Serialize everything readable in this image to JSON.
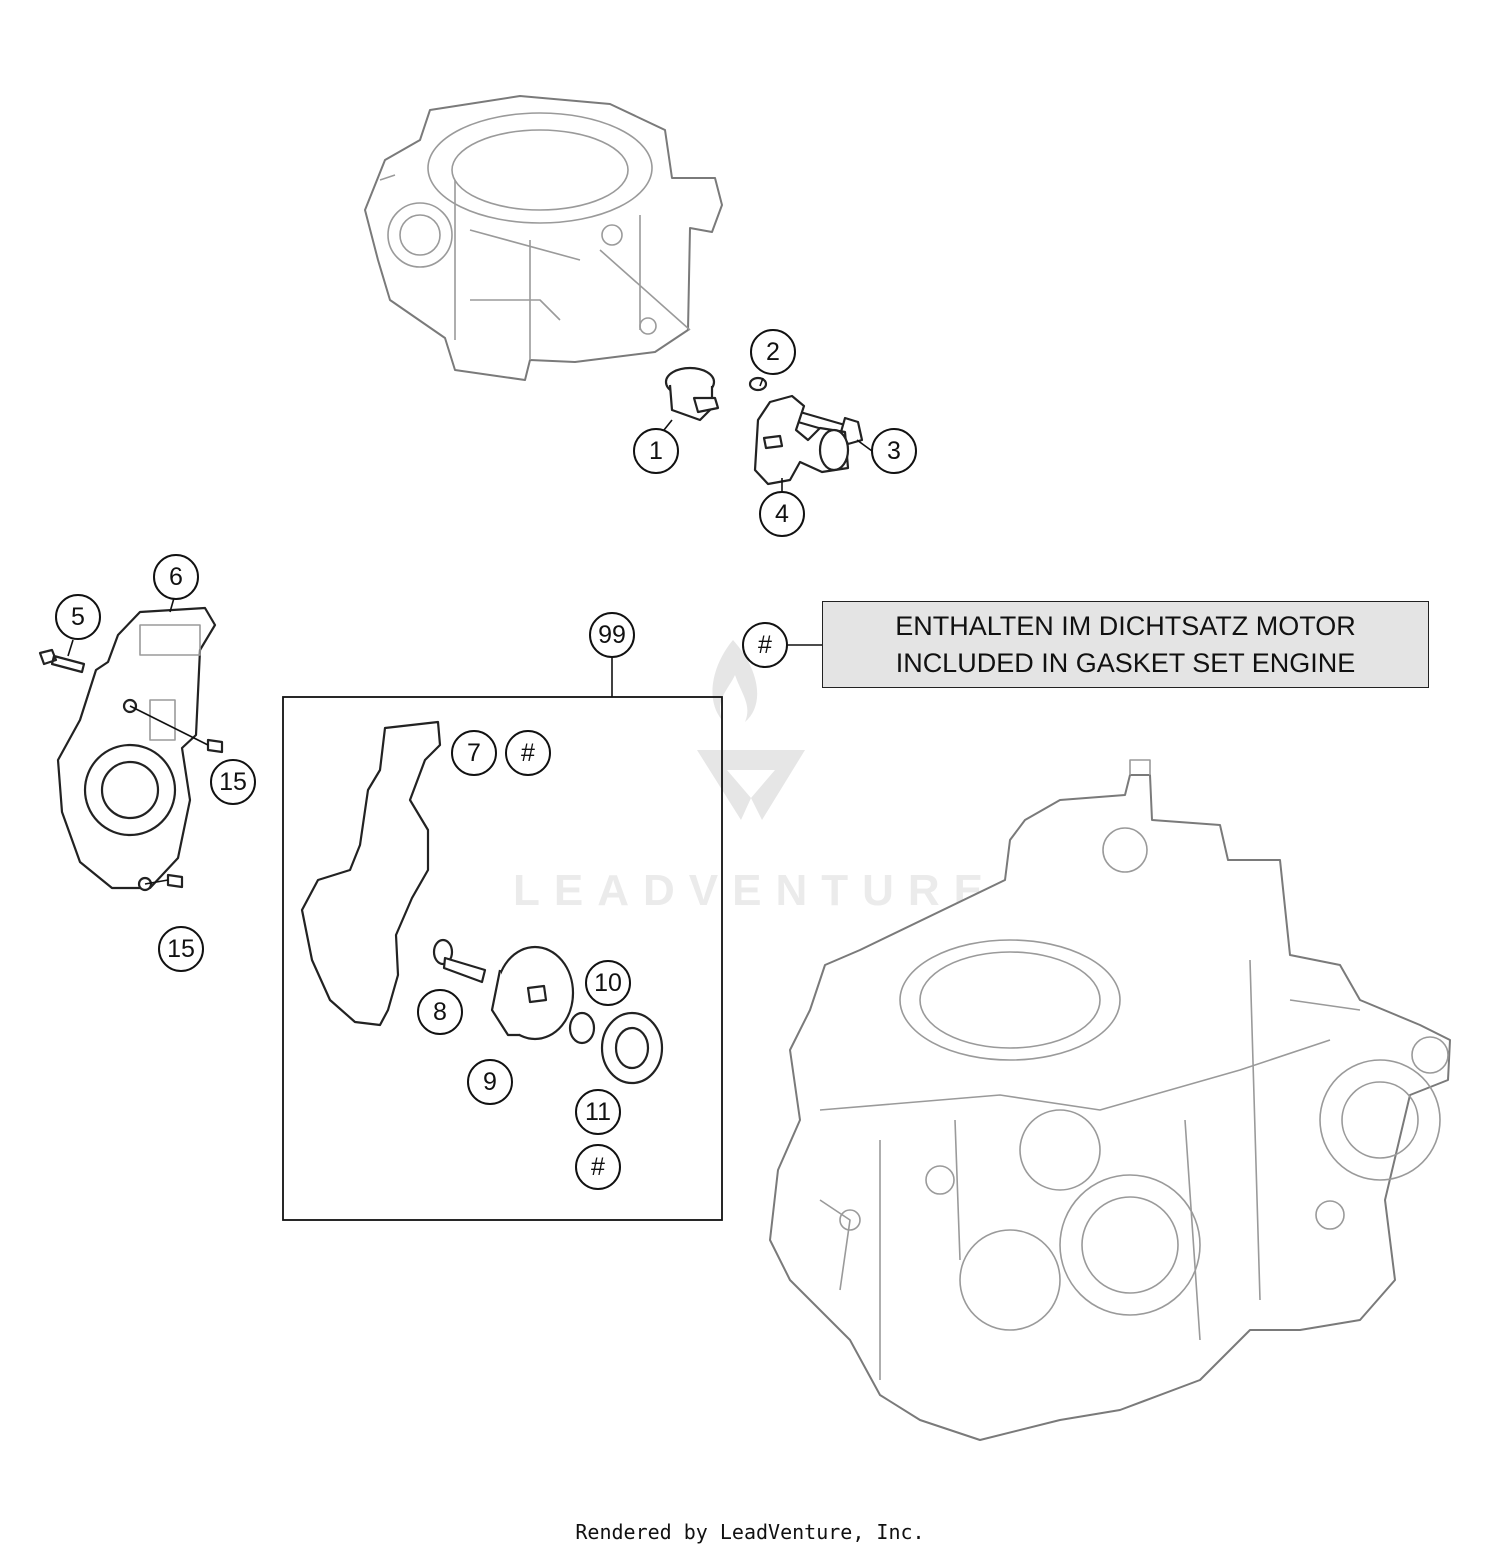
{
  "callouts": {
    "c1": "1",
    "c2": "2",
    "c3": "3",
    "c4": "4",
    "c5": "5",
    "c6": "6",
    "c7": "7",
    "c7_hash": "#",
    "c8": "8",
    "c9": "9",
    "c10": "10",
    "c11": "11",
    "c11_hash": "#",
    "c15_upper": "15",
    "c15_lower": "15",
    "c99": "99",
    "legend_hash": "#"
  },
  "legend": {
    "line_de": "ENTHALTEN IM DICHTSATZ MOTOR",
    "line_en": "INCLUDED IN GASKET SET ENGINE"
  },
  "watermark": "LEADVENTURE",
  "footer": "Rendered by LeadVenture, Inc."
}
